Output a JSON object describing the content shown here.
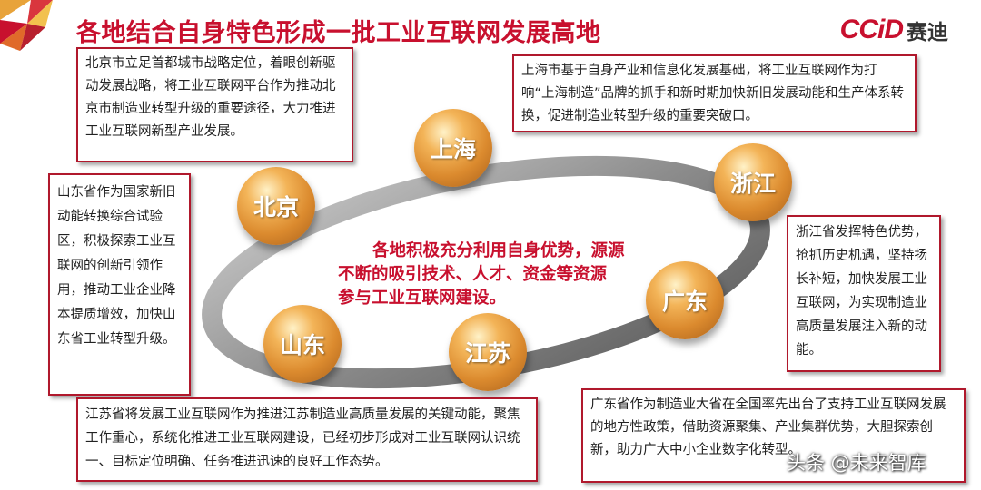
{
  "title": "各地结合自身特色形成一批工业互联网发展高地",
  "logo": {
    "mark": "CCiD",
    "text": "赛迪"
  },
  "regions": {
    "beijing": {
      "name": "北京"
    },
    "shanghai": {
      "name": "上海"
    },
    "zhejiang": {
      "name": "浙江"
    },
    "guangdong": {
      "name": "广东"
    },
    "jiangsu": {
      "name": "江苏"
    },
    "shandong": {
      "name": "山东"
    }
  },
  "descriptions": {
    "beijing": "北京市立足首都城市战略定位，着眼创新驱动发展战略，将工业互联网平台作为推动北京市制造业转型升级的重要途径，大力推进工业互联网新型产业发展。",
    "shanghai": "上海市基于自身产业和信息化发展基础，将工业互联网作为打响“上海制造”品牌的抓手和新时期加快新旧发展动能和生产体系转换，促进制造业转型升级的重要突破口。",
    "shandong": "山东省作为国家新旧动能转换综合试验区，积极探索工业互联网的创新引领作用，推动工业企业降本提质增效，加快山东省工业转型升级。",
    "zhejiang": "浙江省发挥特色优势，抢抓历史机遇，坚持扬长补短，加快发展工业互联网，为实现制造业高质量发展注入新的动能。",
    "jiangsu": "江苏省将发展工业互联网作为推进江苏制造业高质量发展的关键动能，聚焦工作重心，系统化推进工业互联网建设，已经初步形成对工业互联网认识统一、目标定位明确、任务推进迅速的良好工作态势。",
    "guangdong": "广东省作为制造业大省在全国率先出台了支持工业互联网发展的地方性政策，借助资源聚集、产业集群优势，大胆探索创新，助力广大中小企业数字化转型。"
  },
  "center_text": {
    "line1": "各地积极充分利用自身优势，源源",
    "line2": "不断的吸引技术、人才、资金等资源",
    "line3": "参与工业互联网建设。"
  },
  "watermark": "头条 @未来智库",
  "colors": {
    "accent": "#c8102e",
    "box_border": "#b0182c",
    "node": "#db8a2e",
    "ring": "#9a9a9a"
  }
}
